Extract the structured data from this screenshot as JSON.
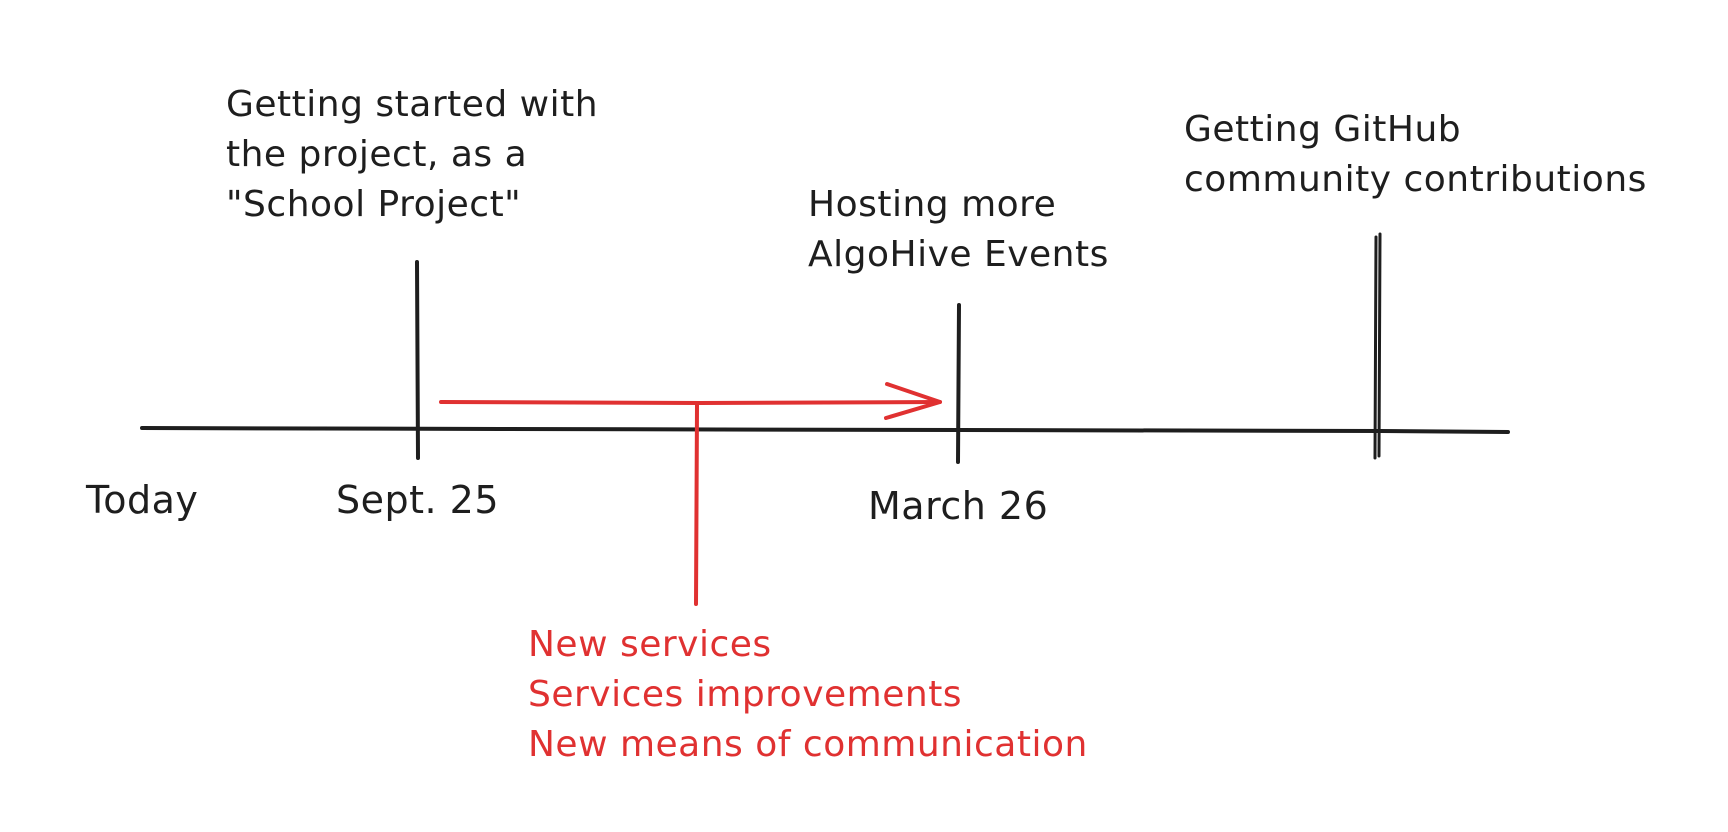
{
  "colors": {
    "ink": "#1e1e1e",
    "accent": "#e03131",
    "background": "#ffffff"
  },
  "milestones": [
    {
      "id": "today",
      "date_label": "Today",
      "description": []
    },
    {
      "id": "sept25",
      "date_label": "Sept. 25",
      "description": [
        "Getting started with",
        "the project, as a",
        "\"School Project\""
      ]
    },
    {
      "id": "march26",
      "date_label": "March 26",
      "description": [
        "Hosting more",
        "AlgoHive Events"
      ]
    },
    {
      "id": "future",
      "date_label": "",
      "description": [
        "Getting GitHub",
        "community contributions"
      ]
    }
  ],
  "callout": {
    "items": [
      "New services",
      "Services improvements",
      "New means of communication"
    ]
  }
}
